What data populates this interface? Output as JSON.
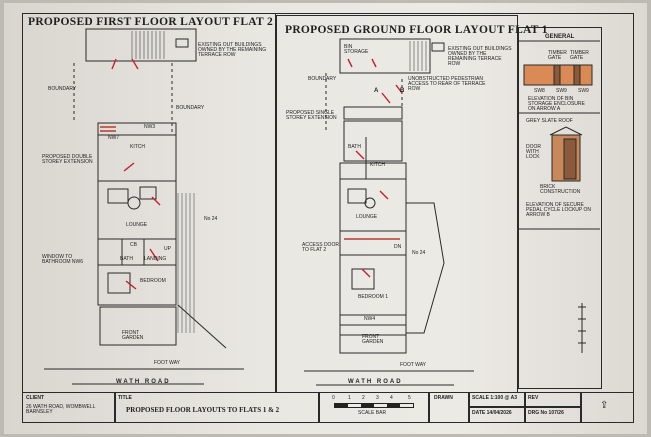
{
  "titles": {
    "flat2": "PROPOSED FIRST FLOOR LAYOUT FLAT 2",
    "flat1": "PROPOSED GROUND FLOOR LAYOUT FLAT 1",
    "general": "GENERAL"
  },
  "flat2": {
    "existing_buildings": "EXISTING OUT BUILDINGS OWNED BY THE REMAINING TERRACE ROW",
    "boundary_left": "BOUNDARY",
    "boundary_right": "BOUNDARY",
    "nw3": "NW3",
    "nw7": "NW7",
    "kitch": "KITCH",
    "extension": "PROPOSED DOUBLE STOREY EXTENSION",
    "lounge": "LOUNGE",
    "up": "UP",
    "cb": "CB",
    "bath": "BATH",
    "landing": "LANDING",
    "bedroom": "BEDROOM",
    "window_note": "WINDOW TO BATHROOM NW6",
    "no24": "No 24",
    "front_garden": "FRONT GARDEN",
    "foot_way": "FOOT WAY",
    "road": "WATH ROAD"
  },
  "flat1": {
    "bin_storage": "BIN STORAGE",
    "existing_buildings": "EXISTING OUT BUILDINGS OWNED BY THE REMAINING TERRACE ROW",
    "boundary": "BOUNDARY",
    "access_note": "UNOBSTRUCTED PEDESTRIAN ACCESS TO REAR OF TERRACE ROW",
    "marker_a": "A",
    "marker_b": "B",
    "extension": "PROPOSED SINGLE STOREY EXTENSION",
    "bath": "BATH",
    "kitch": "KITCH",
    "lounge": "LOUNGE",
    "access_door": "ACCESS DOOR TO FLAT 2",
    "dn": "DN",
    "bedroom": "BEDROOM 1",
    "no24": "No 24",
    "nw4": "NW4",
    "front_garden": "FRONT GARDEN",
    "foot_way": "FOOT WAY",
    "road": "WATH ROAD"
  },
  "general": {
    "timber_gate_1": "TIMBER GATE",
    "timber_gate_2": "TIMBER GATE",
    "sw_labels": [
      "SW8",
      "SW9",
      "SW9"
    ],
    "bin_elevation": "ELEVATION OF BIN STORAGE ENCLOSURE ON ARROW A",
    "grey_slate": "GREY SLATE ROOF",
    "door_lock": "DOOR WITH LOCK",
    "brick": "BRICK CONSTRUCTION",
    "cycle_elevation": "ELEVATION OF SECURE PEDAL CYCLE LOCKUP ON ARROW B"
  },
  "titleblock": {
    "client_label": "CLIENT",
    "client_value": "26 WATH ROAD, WOMBWELL BARNSLEY",
    "title_label": "TITLE",
    "title_value": "PROPOSED FLOOR LAYOUTS TO FLATS 1 & 2",
    "scale_bar": "SCALE BAR",
    "scale_numbers": [
      "0",
      "1",
      "2",
      "3",
      "4",
      "5"
    ],
    "drawn_label": "DRAWN",
    "scale_label": "SCALE 1:100 @ A3",
    "rev_label": "REV",
    "date_label": "DATE 14/04/2026",
    "drg_label": "DRG No 107/26"
  },
  "colors": {
    "paper": "#eceae5",
    "ink": "#1f1f1f",
    "arrow_red": "#c8202a",
    "brick_orange": "#d98a55",
    "timber_brown": "#8a5a3a",
    "stair_red": "#b83a32",
    "hatch": "#555555"
  }
}
